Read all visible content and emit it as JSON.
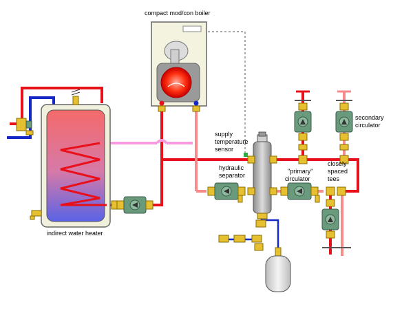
{
  "labels": {
    "boiler": "compact mod/con boiler",
    "sensor_line1": "supply",
    "sensor_line2": "temperature",
    "sensor_line3": "sensor",
    "separator_line1": "hydraulic",
    "separator_line2": "separator",
    "primary_line1": "\"primary\"",
    "primary_line2": "circulator",
    "secondary_line1": "secondary",
    "secondary_line2": "circulator",
    "tees_line1": "closely",
    "tees_line2": "spaced",
    "tees_line3": "tees",
    "water_heater": "indirect water heater"
  },
  "colors": {
    "supply_pipe": "#e8101a",
    "return_pipe": "#f78a8a",
    "cold_pipe": "#1428c8",
    "dhw_pipe": "#f79adf",
    "tank_top": "#f46a6a",
    "tank_bottom": "#5a63e6",
    "brass": "#e6c030",
    "pump_green": "#6a9a7c",
    "separator_gray": "#b8b8b8",
    "expansion_tank": "#e8e8e8"
  },
  "icons": {
    "boiler": "boiler-icon",
    "burner": "burner-icon",
    "water-heater": "indirect-tank-icon",
    "circulator": "circulator-pump-icon",
    "separator": "hydraulic-separator-icon",
    "expansion-tank": "expansion-tank-icon",
    "valve": "valve-icon"
  }
}
